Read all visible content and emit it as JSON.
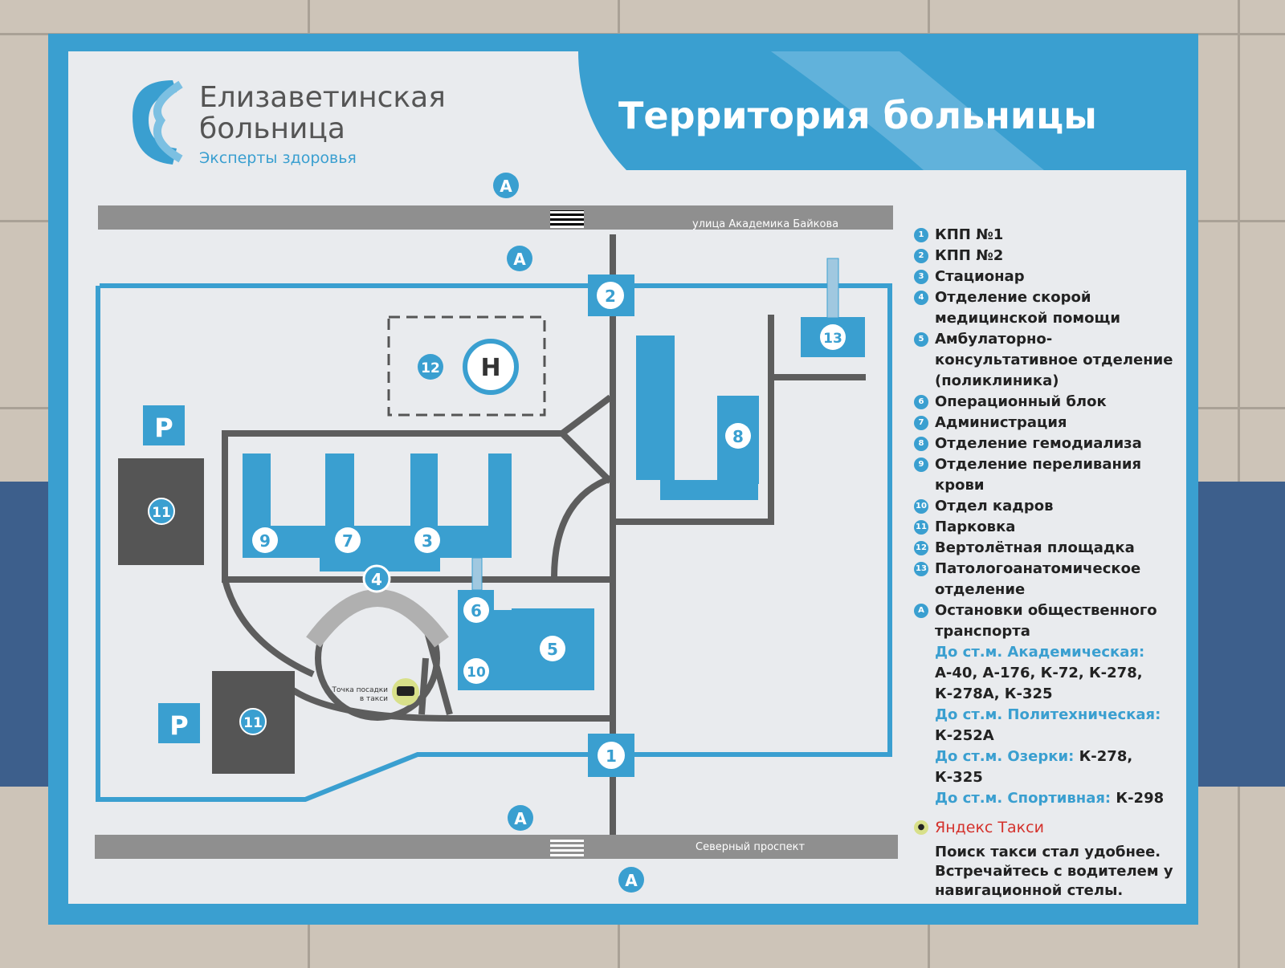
{
  "header": {
    "brand_line1": "Елизаветинская",
    "brand_line2": "больница",
    "tagline": "Эксперты здоровья",
    "title": "Территория больницы"
  },
  "streets": {
    "top": "улица Академика Байкова",
    "bottom": "Северный проспект"
  },
  "map": {
    "bus_stop": "A",
    "parking": "P",
    "helipad": "H",
    "markers": {
      "m1": "1",
      "m2": "2",
      "m3": "3",
      "m4": "4",
      "m5": "5",
      "m6": "6",
      "m7": "7",
      "m8": "8",
      "m9": "9",
      "m10": "10",
      "m11": "11",
      "m12": "12",
      "m13": "13"
    },
    "taxi_point_line1": "Точка посадки",
    "taxi_point_line2": "в такси"
  },
  "legend": {
    "items": [
      {
        "num": "1",
        "label": "КПП №1"
      },
      {
        "num": "2",
        "label": "КПП №2"
      },
      {
        "num": "3",
        "label": "Стационар"
      },
      {
        "num": "4",
        "label": "Отделение скорой медицинской помощи"
      },
      {
        "num": "5",
        "label": "Амбулаторно-консультативное отделение (поликлиника)"
      },
      {
        "num": "6",
        "label": "Операционный блок"
      },
      {
        "num": "7",
        "label": "Администрация"
      },
      {
        "num": "8",
        "label": "Отделение гемодиализа"
      },
      {
        "num": "9",
        "label": "Отделение переливания крови"
      },
      {
        "num": "10",
        "label": "Отдел кадров"
      },
      {
        "num": "11",
        "label": "Парковка"
      },
      {
        "num": "12",
        "label": "Вертолётная площадка"
      },
      {
        "num": "13",
        "label": "Патологоанатомическое отделение"
      },
      {
        "num": "A",
        "label": "Остановки общественного транспорта"
      }
    ],
    "routes": [
      {
        "to": "До ст.м. Академическая:",
        "buses": "А-40, А-176, К-72, К-278, К-278А, К-325"
      },
      {
        "to": "До ст.м. Политехническая:",
        "buses": "К-252А"
      },
      {
        "to": "До ст.м. Озерки:",
        "buses": "К-278, К-325"
      },
      {
        "to": "До ст.м. Спортивная:",
        "buses": "К-298"
      }
    ],
    "taxi_brand_a": "Я",
    "taxi_brand_b": "ндекс Такси",
    "taxi_text": "Поиск такси стал удобнее. Встречайтесь с водителем у навигационной стелы."
  },
  "colors": {
    "accent": "#3a9fd0",
    "road": "#8f8f8f",
    "parking": "#555555",
    "panel": "#e9ebee"
  }
}
